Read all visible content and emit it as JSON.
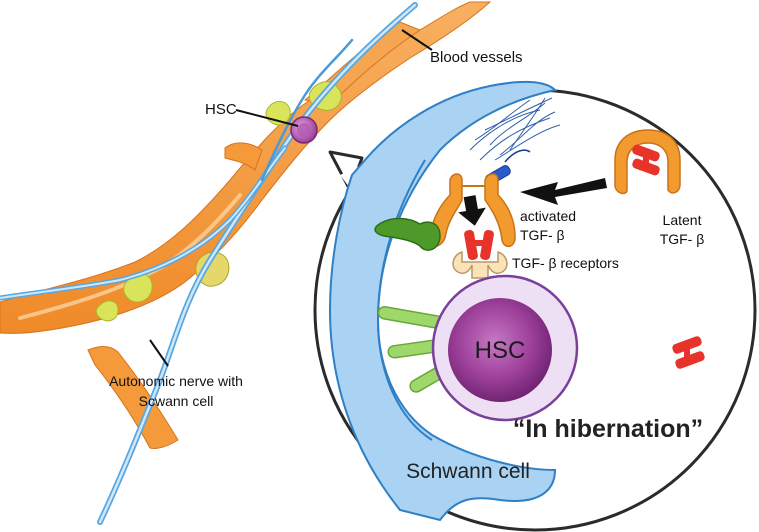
{
  "labels": {
    "hsc_outer": "HSC",
    "blood_vessels": "Blood vessels",
    "nerve_line1": "Autonomic nerve with",
    "nerve_line2": "Scwann cell",
    "latent_line1": "Latent",
    "latent_line2": "TGF- β",
    "activated_line1": "activated",
    "activated_line2": "TGF- β",
    "receptors": "TGF- β receptors",
    "hsc_inner": "HSC",
    "hibernation": "“In hibernation”",
    "schwann": "Schwann cell"
  },
  "colors": {
    "vessel": "#f59a3c",
    "vessel_light": "#fbc58a",
    "schwann": "#a9d2f3",
    "schwann_edge": "#2f7fc5",
    "yellow_cell": "#d9e45a",
    "hsc": "#9a3f96",
    "tgf_red": "#e8332a",
    "tgf_orange": "#f39a2e",
    "integrin_green": "#9fd86a",
    "dark_green": "#4d9a2a"
  }
}
